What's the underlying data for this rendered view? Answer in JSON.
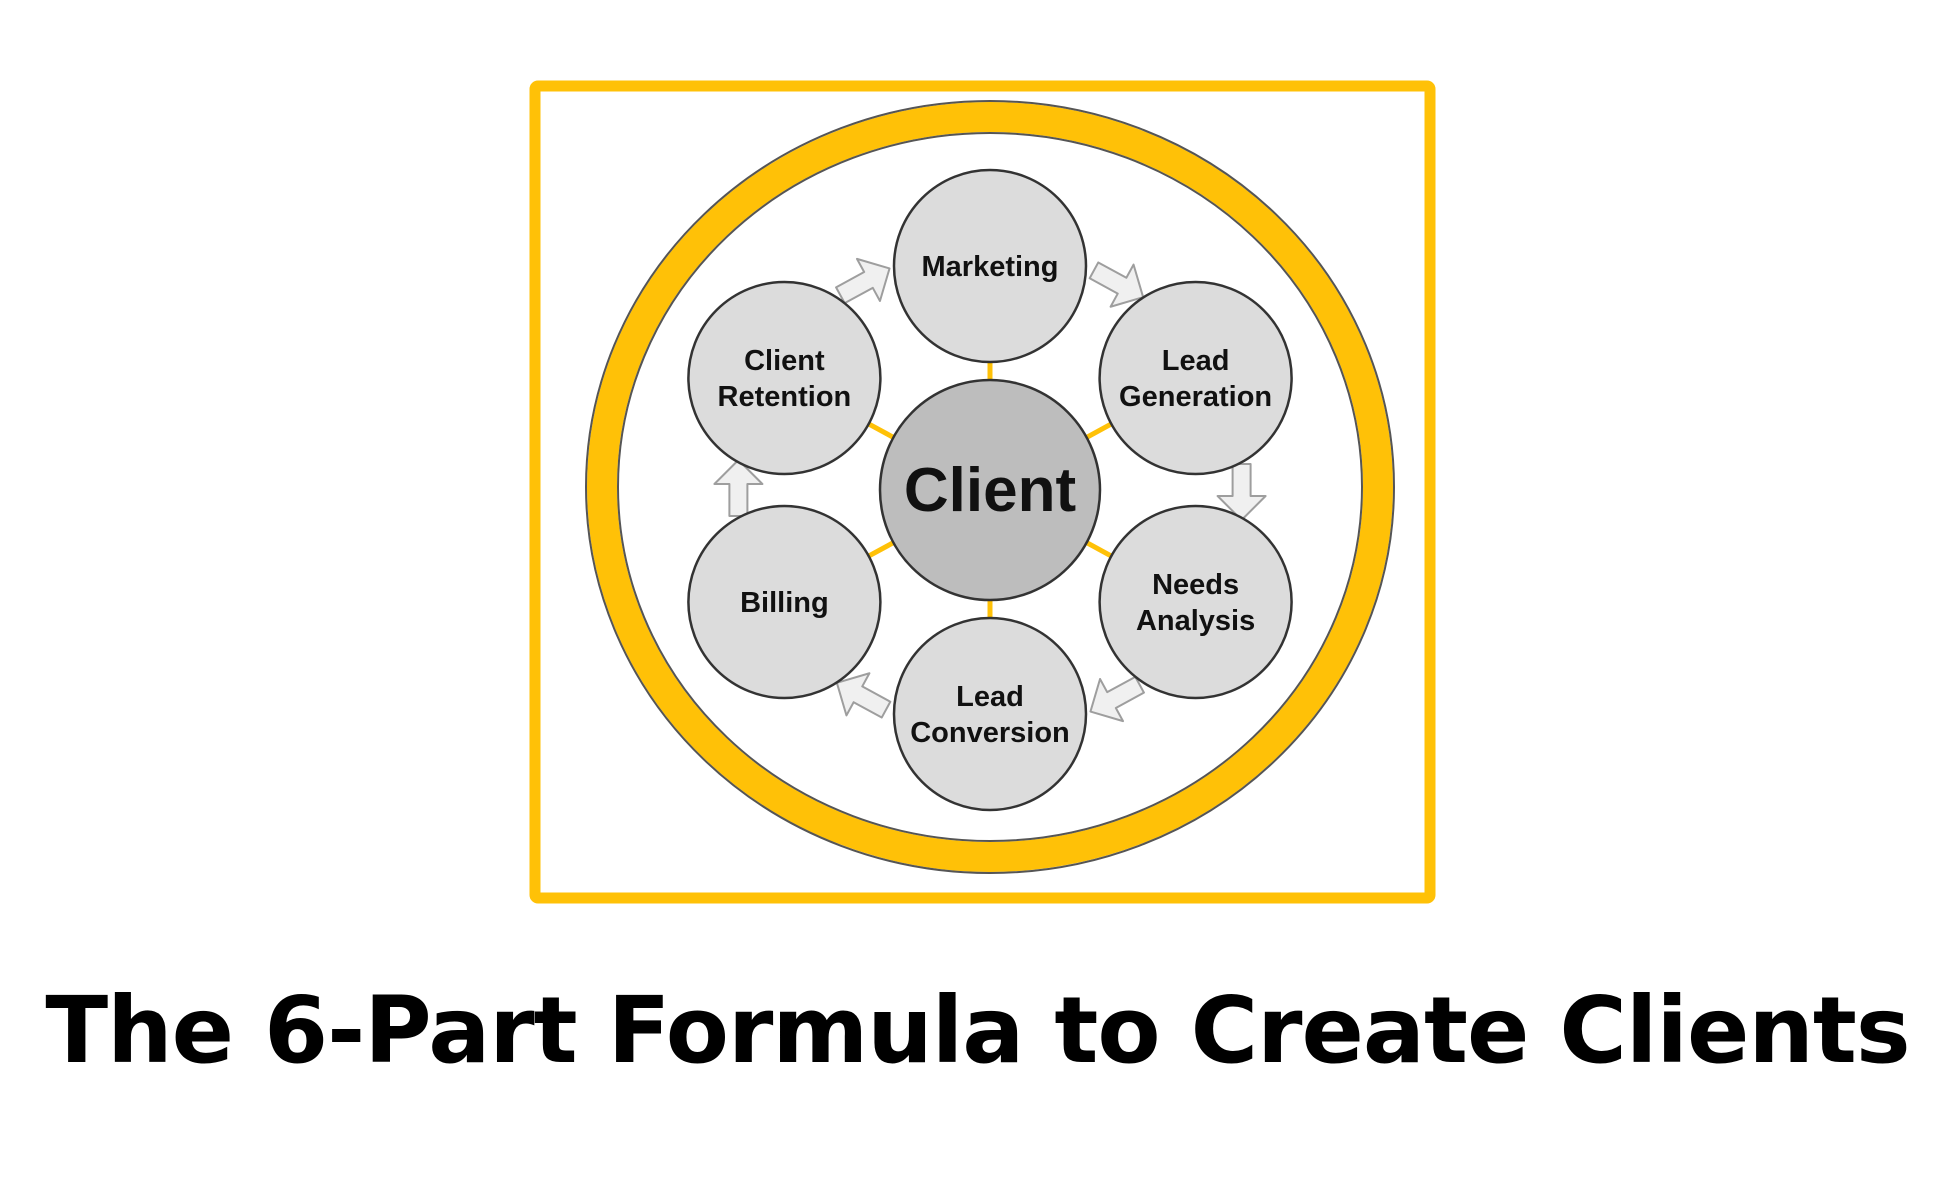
{
  "colors": {
    "frame": "#FFC107",
    "ring": "#FFC107",
    "node_fill": "#DCDCDC",
    "center_fill": "#BDBDBD",
    "node_stroke": "#333333",
    "arrow_fill": "#F0F0F0",
    "arrow_stroke": "#9E9E9E",
    "connector": "#FFC107"
  },
  "diagram": {
    "center": {
      "label": "Client"
    },
    "nodes": [
      {
        "id": "marketing",
        "lines": [
          "Marketing"
        ]
      },
      {
        "id": "lead-generation",
        "lines": [
          "Lead",
          "Generation"
        ]
      },
      {
        "id": "needs-analysis",
        "lines": [
          "Needs",
          "Analysis"
        ]
      },
      {
        "id": "lead-conversion",
        "lines": [
          "Lead",
          "Conversion"
        ]
      },
      {
        "id": "billing",
        "lines": [
          "Billing"
        ]
      },
      {
        "id": "client-retention",
        "lines": [
          "Client",
          "Retention"
        ]
      }
    ],
    "flow": "clockwise"
  },
  "caption": "The 6-Part Formula to Create Clients"
}
